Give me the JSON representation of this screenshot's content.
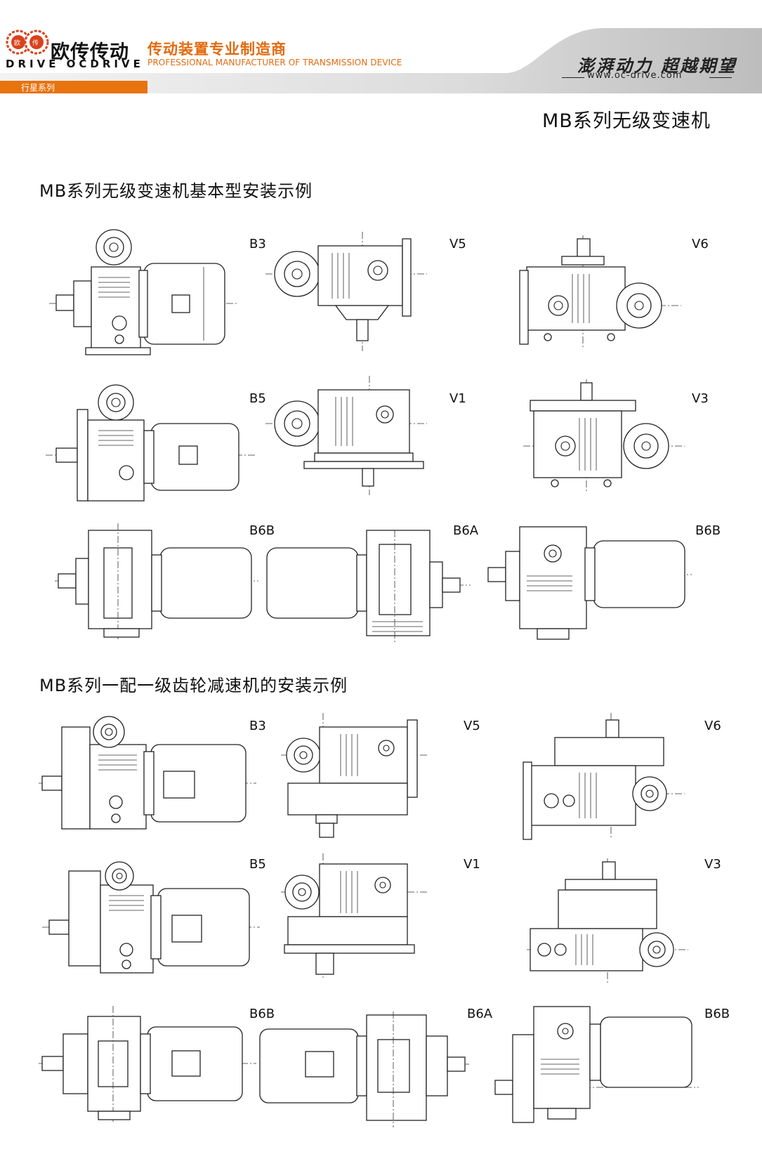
{
  "header": {
    "logo_mark": "欧传",
    "brand_cn": "欧传传动",
    "brand_en": "DRIVE OCDRIVE",
    "tagline_cn": "传动装置专业制造商",
    "tagline_en": "PROFESSIONAL MANUFACTURER OF TRANSMISSION DEVICE",
    "slogan_cn": "澎湃动力 超越期望",
    "website": "www.oc-drive.com",
    "series_tab": "行星系列",
    "accent_color": "#e36a0e"
  },
  "page_title": "MB系列无级变速机",
  "sections": [
    {
      "title": "MB系列无级变速机基本型安装示例",
      "mounts": [
        "B3",
        "V5",
        "V6",
        "B5",
        "V1",
        "V3",
        "B6B",
        "B6A",
        "B6B"
      ]
    },
    {
      "title": "MB系列一配一级齿轮减速机的安装示例",
      "mounts": [
        "B3",
        "V5",
        "V6",
        "B5",
        "V1",
        "V3",
        "B6B",
        "B6A",
        "B6B"
      ]
    }
  ]
}
